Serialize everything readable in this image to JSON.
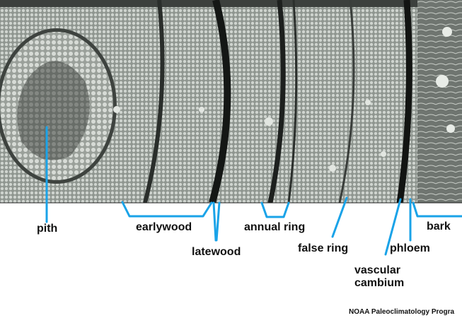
{
  "labels": {
    "pith": "pith",
    "earlywood": "earlywood",
    "latewood": "latewood",
    "annual_ring": "annual ring",
    "false_ring": "false ring",
    "phloem": "phloem",
    "vascular_cambium_line1": "vascular",
    "vascular_cambium_line2": "cambium",
    "bark": "bark"
  },
  "credit": "NOAA Paleoclimatology Progra",
  "colors": {
    "pointer": "#1aa3e8",
    "wood": "#8e958f",
    "latewood_band": "#1a1d1b",
    "background": "#ffffff"
  }
}
